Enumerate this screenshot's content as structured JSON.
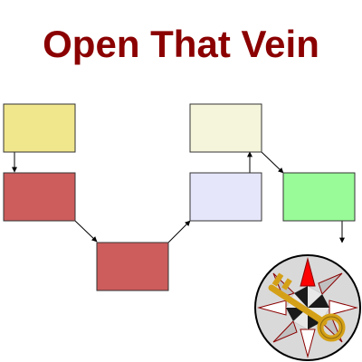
{
  "title": "Open That Vein",
  "colors": {
    "title": "#8b0000",
    "node_yellow": "#f0e68c",
    "node_red": "#cd5c5c",
    "node_cream": "#f5f5dc",
    "node_lavender": "#e6e6fa",
    "node_green": "#98fb98",
    "badge_red": "#ff0000",
    "key_gold": "#d4a017"
  },
  "diagram": {
    "nodes": [
      {
        "id": "n1",
        "fill": "node_yellow"
      },
      {
        "id": "n2",
        "fill": "node_red"
      },
      {
        "id": "n3",
        "fill": "node_red"
      },
      {
        "id": "n4",
        "fill": "node_lavender"
      },
      {
        "id": "n5",
        "fill": "node_cream"
      },
      {
        "id": "n6",
        "fill": "node_green"
      }
    ],
    "edges": [
      {
        "from": "n1",
        "to": "n2"
      },
      {
        "from": "n2",
        "to": "n3"
      },
      {
        "from": "n3",
        "to": "n4"
      },
      {
        "from": "n4",
        "to": "n5"
      },
      {
        "from": "n5",
        "to": "n6"
      },
      {
        "from": "n6",
        "to": "exit"
      }
    ]
  },
  "badge": {
    "icon": "compass-key-icon"
  }
}
